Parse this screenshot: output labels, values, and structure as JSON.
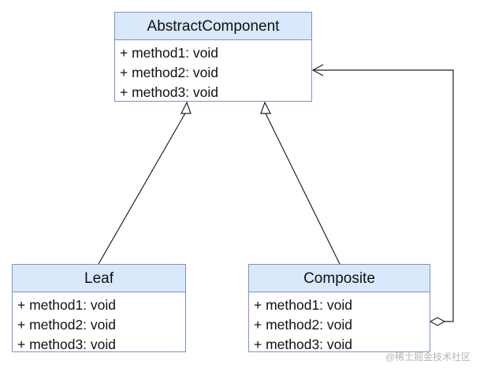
{
  "classes": {
    "abstract": {
      "name": "AbstractComponent",
      "members": [
        "+ method1: void",
        "+ method2: void",
        "+ method3: void"
      ]
    },
    "leaf": {
      "name": "Leaf",
      "members": [
        "+ method1: void",
        "+ method2: void",
        "+ method3: void"
      ]
    },
    "composite": {
      "name": "Composite",
      "members": [
        "+ method1: void",
        "+ method2: void",
        "+ method3: void"
      ]
    }
  },
  "relations": [
    {
      "from": "Leaf",
      "to": "AbstractComponent",
      "type": "generalization"
    },
    {
      "from": "Composite",
      "to": "AbstractComponent",
      "type": "generalization"
    },
    {
      "from": "Composite",
      "to": "AbstractComponent",
      "type": "aggregation"
    }
  ],
  "colors": {
    "header_fill": "#dae8fc",
    "border": "#7b93c4",
    "line": "#222222"
  },
  "watermark": "@稀土掘金技术社区"
}
